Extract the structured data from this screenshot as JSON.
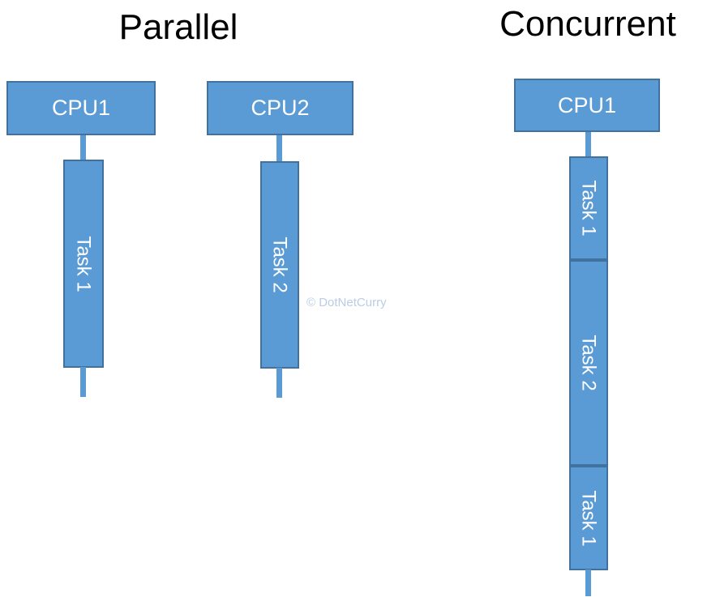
{
  "diagram": {
    "title_parallel": "Parallel",
    "title_concurrent": "Concurrent",
    "watermark": "© DotNetCurry",
    "colors": {
      "fill": "#5b9bd5",
      "stroke": "#41719c",
      "label": "#ffffff",
      "title": "#000000",
      "watermark": "#b9cde5",
      "background": "#ffffff"
    },
    "parallel": {
      "label": "Parallel",
      "lanes": [
        {
          "cpu": "CPU1",
          "tasks": [
            {
              "label": "Task 1"
            }
          ]
        },
        {
          "cpu": "CPU2",
          "tasks": [
            {
              "label": "Task 2"
            }
          ]
        }
      ]
    },
    "concurrent": {
      "label": "Concurrent",
      "lanes": [
        {
          "cpu": "CPU1",
          "tasks": [
            {
              "label": "Task 1"
            },
            {
              "label": "Task 2"
            },
            {
              "label": "Task 1"
            }
          ]
        }
      ]
    }
  }
}
